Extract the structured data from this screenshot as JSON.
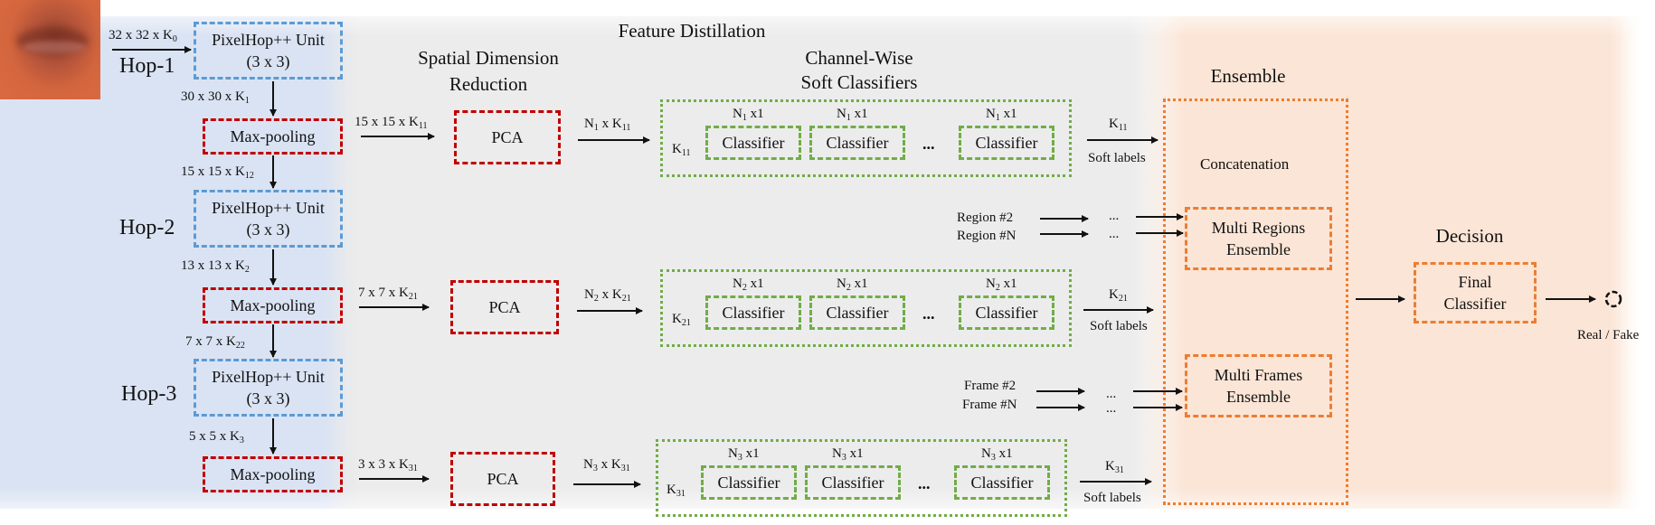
{
  "titles": {
    "feature_distillation": "Feature Distillation",
    "spatial_dimension_reduction_line1": "Spatial Dimension",
    "spatial_dimension_reduction_line2": "Reduction",
    "channel_wise_line1": "Channel-Wise",
    "channel_wise_line2": "Soft Classifiers",
    "ensemble": "Ensemble",
    "decision": "Decision"
  },
  "hops": [
    {
      "label": "Hop-1",
      "unit_line1": "PixelHop++ Unit",
      "unit_line2": "(3 x 3)",
      "input_dim": "32 x 32 x K",
      "input_sub": "0",
      "unit_out_dim": "30 x 30 x K",
      "unit_out_sub": "1",
      "pool_label": "Max-pooling",
      "pool_next_dim": "15 x 15 x K",
      "pool_next_sub": "12",
      "pool_to_pca_dim": "15 x 15 x K",
      "pool_to_pca_sub": "11",
      "pca_label": "PCA",
      "pca_out_main": "N",
      "pca_out_n_sub": "1",
      "pca_out_mid": " x K",
      "pca_out_k_sub": "11",
      "group_k": "K",
      "group_k_sub": "11",
      "classifier_n": "N",
      "classifier_n_sub": "1",
      "classifier_dim": " x1",
      "classifier_label": "Classifier",
      "ellipsis": "...",
      "soft_k": "K",
      "soft_k_sub": "11",
      "soft_label": "Soft labels"
    },
    {
      "label": "Hop-2",
      "unit_line1": "PixelHop++ Unit",
      "unit_line2": "(3 x 3)",
      "unit_out_dim": "13 x 13 x K",
      "unit_out_sub": "2",
      "pool_label": "Max-pooling",
      "pool_next_dim": "7 x 7 x K",
      "pool_next_sub": "22",
      "pool_to_pca_dim": "7 x 7 x K",
      "pool_to_pca_sub": "21",
      "pca_label": "PCA",
      "pca_out_main": "N",
      "pca_out_n_sub": "2",
      "pca_out_mid": " x K",
      "pca_out_k_sub": "21",
      "group_k": "K",
      "group_k_sub": "21",
      "classifier_n": "N",
      "classifier_n_sub": "2",
      "classifier_dim": " x1",
      "classifier_label": "Classifier",
      "ellipsis": "...",
      "soft_k": "K",
      "soft_k_sub": "21",
      "soft_label": "Soft labels"
    },
    {
      "label": "Hop-3",
      "unit_line1": "PixelHop++ Unit",
      "unit_line2": "(3 x 3)",
      "unit_out_dim": "5 x 5 x K",
      "unit_out_sub": "3",
      "pool_label": "Max-pooling",
      "pool_to_pca_dim": "3 x 3 x K",
      "pool_to_pca_sub": "31",
      "pca_label": "PCA",
      "pca_out_main": "N",
      "pca_out_n_sub": "3",
      "pca_out_mid": " x K",
      "pca_out_k_sub": "31",
      "group_k": "K",
      "group_k_sub": "31",
      "classifier_n": "N",
      "classifier_n_sub": "3",
      "classifier_dim": " x1",
      "classifier_label": "Classifier",
      "ellipsis": "...",
      "soft_k": "K",
      "soft_k_sub": "31",
      "soft_label": "Soft labels"
    }
  ],
  "ensemble": {
    "concatenation": "Concatenation",
    "region2": "Region #2",
    "regionN": "Region #N",
    "multi_regions_line1": "Multi Regions",
    "multi_regions_line2": "Ensemble",
    "frame2": "Frame #2",
    "frameN": "Frame #N",
    "multi_frames_line1": "Multi Frames",
    "multi_frames_line2": "Ensemble",
    "dots": "..."
  },
  "decision": {
    "final_line1": "Final",
    "final_line2": "Classifier",
    "output": "Real / Fake"
  },
  "colors": {
    "hop_region": "#dae3f3",
    "distill_region": "#ececec",
    "ensemble_region": "#fbe5d6",
    "pixelhop_border": "#5b9bd5",
    "pool_pca_border": "#c00000",
    "classifier_border": "#70ad47",
    "ensemble_border": "#ed7d31"
  }
}
